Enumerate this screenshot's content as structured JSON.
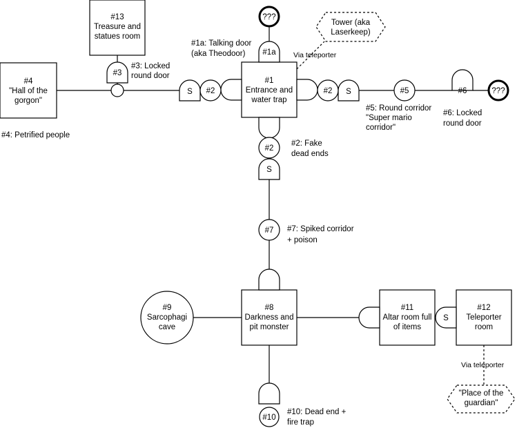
{
  "rooms": [
    {
      "key": "r1",
      "lines": [
        "#1",
        "Entrance and",
        "water trap"
      ]
    },
    {
      "key": "r4",
      "lines": [
        "#4",
        "\"Hall of the",
        "gorgon\""
      ]
    },
    {
      "key": "r13",
      "lines": [
        "#13",
        "Treasure and",
        "statues room"
      ]
    },
    {
      "key": "r8",
      "lines": [
        "#8",
        "Darkness and",
        "pit monster"
      ]
    },
    {
      "key": "r11",
      "lines": [
        "#11",
        "Altar room full",
        "of items"
      ]
    },
    {
      "key": "r12",
      "lines": [
        "#12",
        "Teleporter",
        "room"
      ]
    },
    {
      "key": "r9",
      "lines": [
        "#9",
        "Sarcophagi",
        "cave"
      ]
    }
  ],
  "markers": {
    "unknown_top": "???",
    "unknown_right": "???",
    "door_1a": "#1a",
    "door_3": "#3",
    "door_6": "#6",
    "secret_left": "S",
    "secret_right": "S",
    "secret_down": "S",
    "secret_11_12": "S",
    "corr2_left": "#2",
    "corr2_right": "#2",
    "corr2_down": "#2",
    "corr5": "#5",
    "corr7": "#7",
    "corr10": "#10"
  },
  "hexes": {
    "tower": [
      "Tower (aka",
      "Laserkeep)"
    ],
    "guardian": [
      "\"Place of the",
      "guardian\""
    ]
  },
  "labels": {
    "talking_door": [
      "#1a: Talking door",
      "(aka Theodoor)"
    ],
    "via_teleporter_top": [
      "Via teleporter"
    ],
    "locked_door_3": [
      "#3: Locked",
      "round door"
    ],
    "petrified": [
      "#4: Petrified people"
    ],
    "round_corridor": [
      "#5: Round corridor",
      "\"Super mario",
      "corridor\""
    ],
    "locked_door_6": [
      "#6: Locked",
      "round door"
    ],
    "fake_dead_ends": [
      "#2: Fake",
      "dead ends"
    ],
    "spiked_corridor": [
      "#7: Spiked corridor",
      "+ poison"
    ],
    "via_teleporter_bottom": [
      "Via teleporter"
    ],
    "dead_end": [
      "#10: Dead end +",
      "fire trap"
    ]
  }
}
